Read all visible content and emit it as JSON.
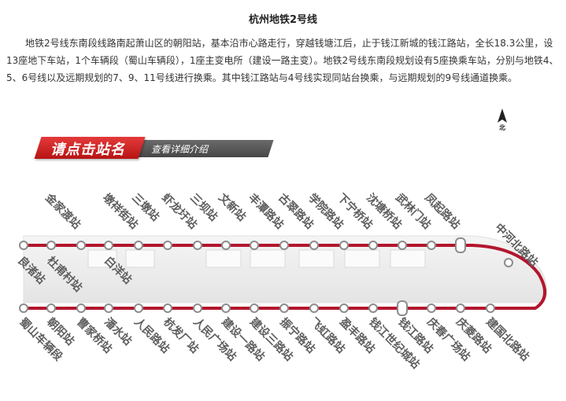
{
  "title": "杭州地铁2号线",
  "intro": "地铁2号线东南段线路南起萧山区的朝阳站，基本沿市心路走行，穿越钱塘江后，止于钱江新城的钱江路站，全长18.3公里，设13座地下车站，1个车辆段（蜀山车辆段），1座主变电所（建设一路主变）。地铁2号线东南段规划设有5座换乘车站，分别与地铁4、5、6号线以及远期规划的7、9、11号线进行换乘。其中钱江路站与4号线实现同站台换乘，与远期规划的9号线通道换乘。",
  "north_label": "北",
  "banner": {
    "main": "请点击站名",
    "sub": "查看详细介绍"
  },
  "colors": {
    "line": "#b3162e",
    "banner_red": "#c8181e",
    "banner_gray": "#555555"
  },
  "stations_top": [
    {
      "name": "良渚站"
    },
    {
      "name": "杜甫村站"
    },
    {
      "name": "金家渡站"
    },
    {
      "name": "白洋站"
    },
    {
      "name": "墩祥街站"
    },
    {
      "name": "三墩站"
    },
    {
      "name": "虾龙圩站"
    },
    {
      "name": "三坝站"
    },
    {
      "name": "文新站"
    },
    {
      "name": "丰潭路站"
    },
    {
      "name": "古翠路站"
    },
    {
      "name": "学院路站"
    },
    {
      "name": "下宁桥站"
    },
    {
      "name": "沈塘桥站"
    },
    {
      "name": "武林门站"
    },
    {
      "name": "凤起路站",
      "transfer": true
    },
    {
      "name": "中河北路站"
    }
  ],
  "stations_bottom": [
    {
      "name": "蜀山车辆段"
    },
    {
      "name": "朝阳站"
    },
    {
      "name": "曹家桥站"
    },
    {
      "name": "潘水站"
    },
    {
      "name": "人民路站"
    },
    {
      "name": "杭发厂站"
    },
    {
      "name": "人民广场站"
    },
    {
      "name": "建设一路站"
    },
    {
      "name": "建设三路站"
    },
    {
      "name": "振宁路站"
    },
    {
      "name": "飞虹路站"
    },
    {
      "name": "盈丰路站"
    },
    {
      "name": "钱江世纪城站"
    },
    {
      "name": "钱江路站",
      "transfer": true
    },
    {
      "name": "庆春广场站"
    },
    {
      "name": "庆菱路站"
    },
    {
      "name": "建国北路站"
    }
  ]
}
